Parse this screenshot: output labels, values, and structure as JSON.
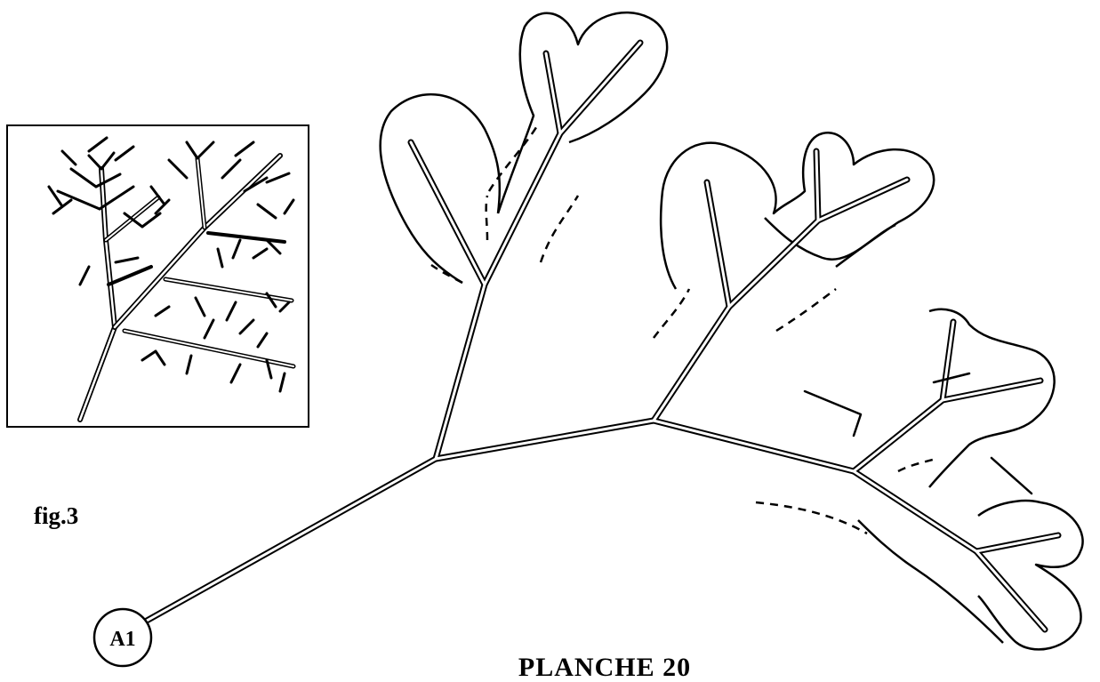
{
  "figure": {
    "fig_label": "fig.3",
    "root_node_label": "A1",
    "plate_title": "PLANCHE 20"
  }
}
